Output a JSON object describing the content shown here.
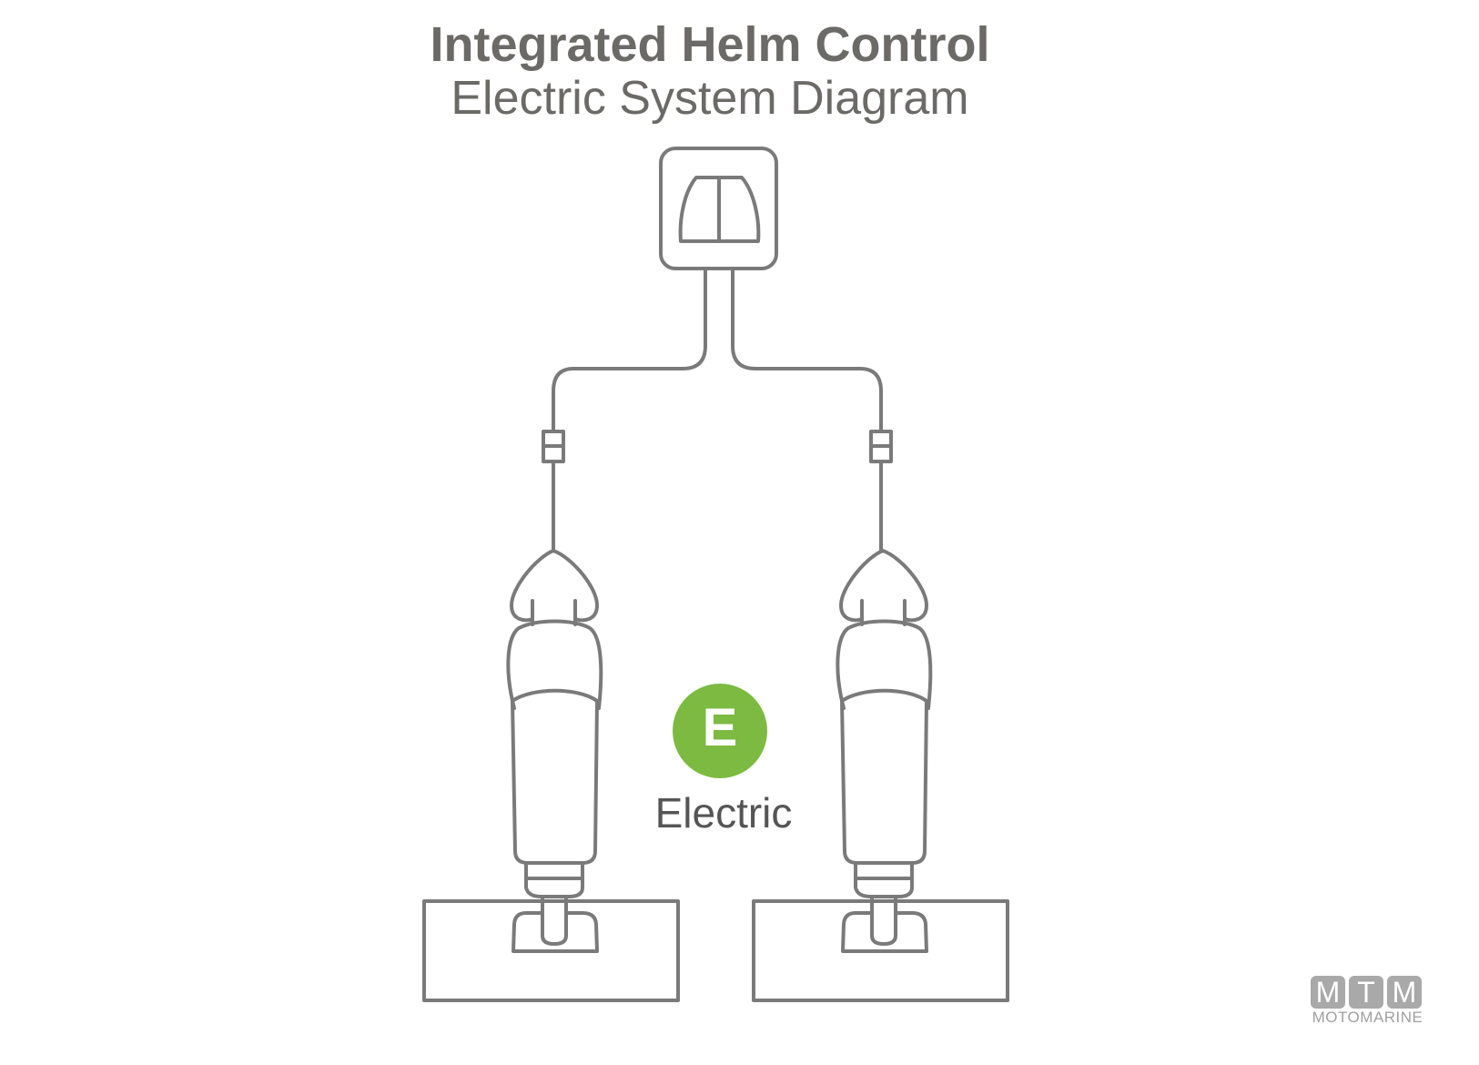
{
  "header": {
    "title": "Integrated Helm Control",
    "subtitle": "Electric System Diagram"
  },
  "badge": {
    "letter": "E",
    "label": "Electric",
    "color": "#7cba42"
  },
  "logo": {
    "letters": [
      "M",
      "T",
      "M"
    ],
    "word": "MOTOMARINE"
  },
  "colors": {
    "line": "#7a7a7a",
    "text": "#6b6a67"
  }
}
